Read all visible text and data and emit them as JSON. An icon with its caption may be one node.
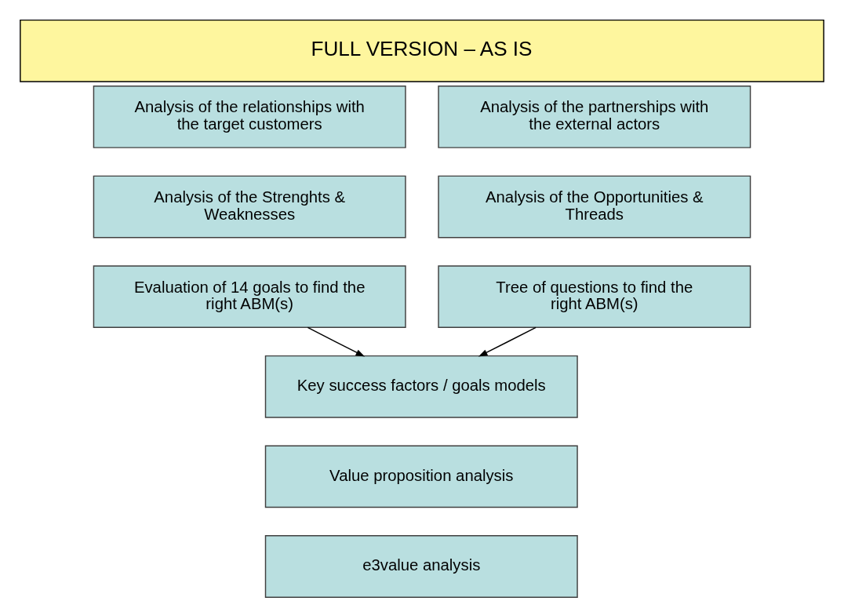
{
  "diagram": {
    "title": "FULL VERSION – AS IS",
    "nodes": [
      {
        "text": [
          "Analysis of the relationships with the target customers"
        ]
      },
      {
        "text": [
          "Analysis of the partnerships with the external actors"
        ]
      },
      {
        "text": [
          "Analysis of the Strenghts & Weaknesses"
        ]
      },
      {
        "text": [
          "Analysis of the Opportunities & Threads"
        ]
      },
      {
        "text": [
          "Evaluation of 14 goals to find the right ABM(s)"
        ]
      },
      {
        "text": [
          "Tree of questions to find the right ABM(s)"
        ]
      },
      {
        "text": [
          "Key success factors / goals models"
        ]
      },
      {
        "text": [
          "Value proposition analysis"
        ]
      },
      {
        "text": [
          "e3value analysis"
        ]
      }
    ],
    "edges": [
      {
        "from": 4,
        "to": 6,
        "arrow": "to"
      },
      {
        "from": 5,
        "to": 6,
        "arrow": "to"
      }
    ]
  }
}
